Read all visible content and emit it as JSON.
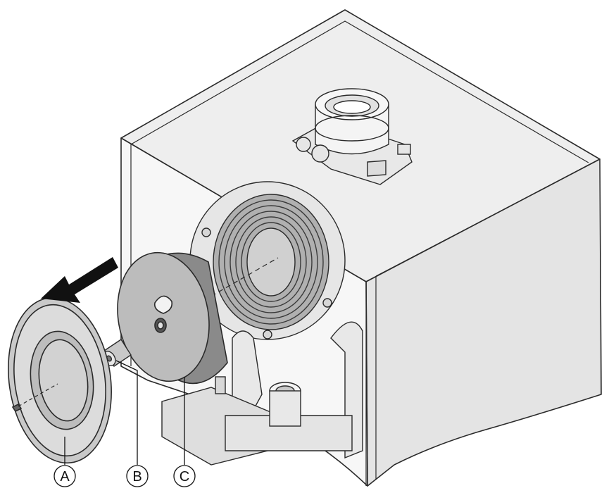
{
  "diagram": {
    "callouts": [
      {
        "id": "A",
        "label": "A",
        "part": "cover-disc"
      },
      {
        "id": "B",
        "label": "B",
        "part": "spacer-bolt"
      },
      {
        "id": "C",
        "label": "C",
        "part": "burner-insulation-disc"
      }
    ],
    "direction_arrow": "removal-direction",
    "colors": {
      "line": "#2a2a2a",
      "housing_fill": "#ededed",
      "housing_front": "#f6f6f6",
      "component_dark": "#8c8c8c",
      "component_mid": "#b9b9b9",
      "component_light": "#dcdcdc",
      "arrow": "#111111"
    }
  }
}
